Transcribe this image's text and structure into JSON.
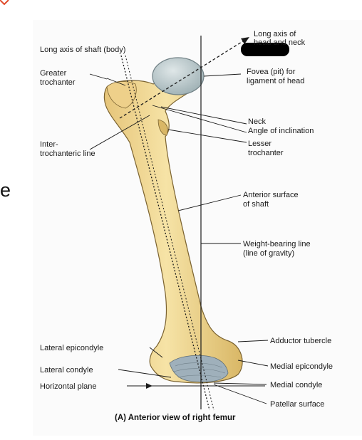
{
  "side_letter": "e",
  "labels": {
    "long_axis_shaft": "Long axis of shaft (body)",
    "long_axis_head_1": "Long axis of",
    "long_axis_head_2": "head and neck",
    "greater_trochanter_1": "Greater",
    "greater_trochanter_2": "trochanter",
    "fovea_1": "Fovea (pit) for",
    "fovea_2": "ligament of head",
    "neck": "Neck",
    "angle_inclination": "Angle of inclination",
    "intertrochanteric_1": "Inter-",
    "intertrochanteric_2": "trochanteric line",
    "lesser_trochanter_1": "Lesser",
    "lesser_trochanter_2": "trochanter",
    "anterior_surface_1": "Anterior surface",
    "anterior_surface_2": "of shaft",
    "weight_bearing_1": "Weight-bearing line",
    "weight_bearing_2": "(line of gravity)",
    "adductor_tubercle": "Adductor tubercle",
    "lateral_epicondyle": "Lateral epicondyle",
    "medial_epicondyle": "Medial epicondyle",
    "lateral_condyle": "Lateral condyle",
    "horizontal_plane": "Horizontal plane",
    "medial_condyle": "Medial condyle",
    "patellar_surface": "Patellar surface"
  },
  "caption": "(A) Anterior view of right femur",
  "colors": {
    "bone": "#f3dc9a",
    "bone_shade": "#d9b766",
    "bone_outline": "#7a6230",
    "head": "#b9c6c9",
    "patellar": "#9fb0bb",
    "redaction": "#000000",
    "stray_mark": "#e04a2a"
  }
}
